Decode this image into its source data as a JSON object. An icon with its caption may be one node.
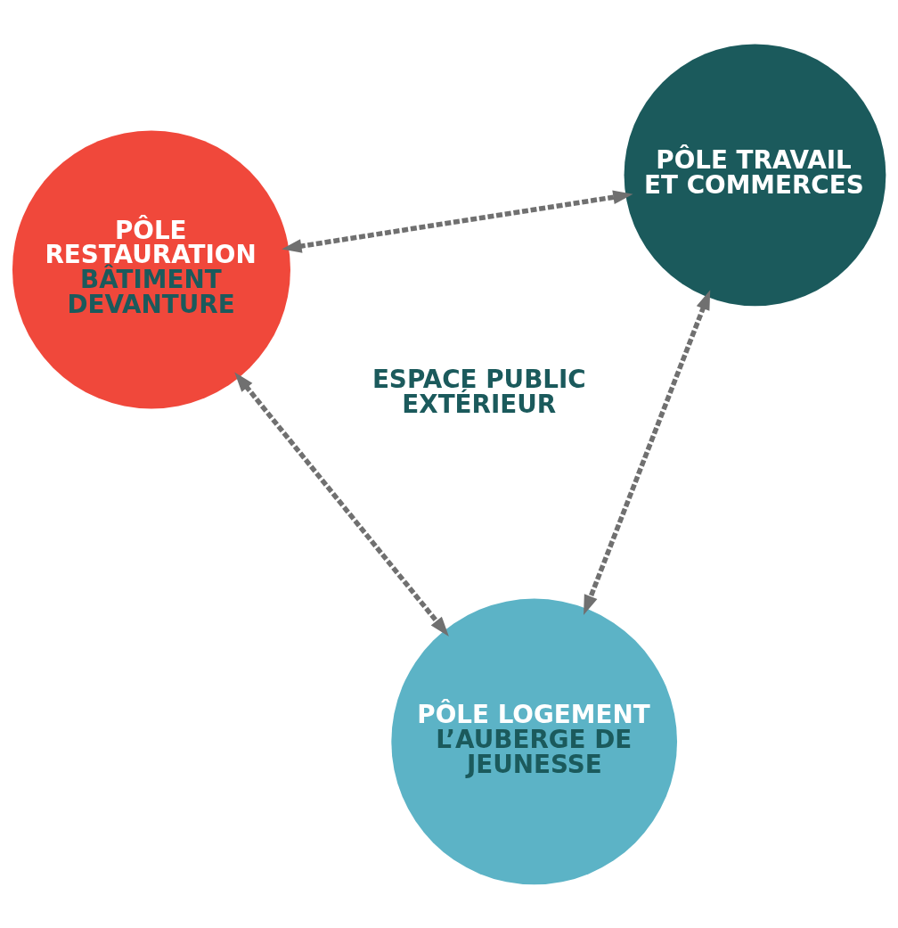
{
  "diagram": {
    "nodes": [
      {
        "text": [
          "PÔLE RESTAURATION",
          "BÂTIMENT DEVANTURE"
        ]
      },
      {
        "text": [
          "PÔLE TRAVAIL ET COMMERCES"
        ]
      },
      {
        "text": [
          "PÔLE LOGEMENT",
          "L’AUBERGE DE JEUNESSE"
        ]
      }
    ],
    "edges": [
      {
        "from": 0,
        "to": 1,
        "arrow": "both",
        "style": "dashed"
      },
      {
        "from": 1,
        "to": 2,
        "arrow": "both",
        "style": "dashed"
      },
      {
        "from": 0,
        "to": 2,
        "arrow": "both",
        "style": "dashed"
      }
    ],
    "labels": [
      "ESPACE PUBLIC EXTÉRIEUR"
    ]
  }
}
